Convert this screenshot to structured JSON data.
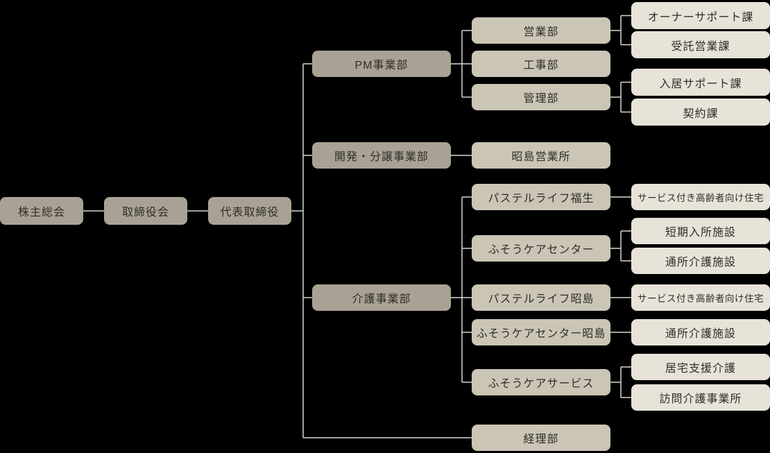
{
  "org": {
    "colors": {
      "background": "#000000",
      "root_box": "#a9a294",
      "mid_box": "#cbc5b6",
      "leaf_box": "#e8e3d8",
      "line": "#d8d7d3",
      "text": "#2f2d28"
    },
    "nodes": [
      {
        "id": "shareholders-meeting",
        "label": "株主総会",
        "parent": null
      },
      {
        "id": "board-of-directors",
        "label": "取締役会",
        "parent": "shareholders-meeting"
      },
      {
        "id": "representative-director",
        "label": "代表取締役",
        "parent": "board-of-directors"
      },
      {
        "id": "pm-division",
        "label": "PM事業部",
        "parent": "representative-director"
      },
      {
        "id": "sales-dept",
        "label": "営業部",
        "parent": "pm-division"
      },
      {
        "id": "owner-support-section",
        "label": "オーナーサポート課",
        "parent": "sales-dept"
      },
      {
        "id": "consignment-sales-section",
        "label": "受託営業課",
        "parent": "sales-dept"
      },
      {
        "id": "construction-dept",
        "label": "工事部",
        "parent": "pm-division"
      },
      {
        "id": "management-dept",
        "label": "管理部",
        "parent": "pm-division"
      },
      {
        "id": "move-in-support-section",
        "label": "入居サポート課",
        "parent": "management-dept"
      },
      {
        "id": "contract-section",
        "label": "契約課",
        "parent": "management-dept"
      },
      {
        "id": "development-sales-division",
        "label": "開発・分譲事業部",
        "parent": "representative-director"
      },
      {
        "id": "akishima-sales-office",
        "label": "昭島営業所",
        "parent": "development-sales-division"
      },
      {
        "id": "care-division",
        "label": "介護事業部",
        "parent": "representative-director"
      },
      {
        "id": "pastel-life-fussa",
        "label": "パステルライフ福生",
        "parent": "care-division"
      },
      {
        "id": "senior-housing-fussa",
        "label": "サービス付き高齢者向け住宅",
        "parent": "pastel-life-fussa"
      },
      {
        "id": "fuso-care-center",
        "label": "ふそうケアセンター",
        "parent": "care-division"
      },
      {
        "id": "short-stay-facility",
        "label": "短期入所施設",
        "parent": "fuso-care-center"
      },
      {
        "id": "day-care-facility",
        "label": "通所介護施設",
        "parent": "fuso-care-center"
      },
      {
        "id": "pastel-life-akishima",
        "label": "パステルライフ昭島",
        "parent": "care-division"
      },
      {
        "id": "senior-housing-akishima",
        "label": "サービス付き高齢者向け住宅",
        "parent": "pastel-life-akishima"
      },
      {
        "id": "fuso-care-center-akishima",
        "label": "ふそうケアセンター昭島",
        "parent": "care-division"
      },
      {
        "id": "day-care-akishima",
        "label": "通所介護施設",
        "parent": "fuso-care-center-akishima"
      },
      {
        "id": "fuso-care-service",
        "label": "ふそうケアサービス",
        "parent": "care-division"
      },
      {
        "id": "home-support-care",
        "label": "居宅支援介護",
        "parent": "fuso-care-service"
      },
      {
        "id": "home-visit-care-office",
        "label": "訪問介護事業所",
        "parent": "fuso-care-service"
      },
      {
        "id": "accounting-dept",
        "label": "経理部",
        "parent": "representative-director"
      }
    ]
  }
}
